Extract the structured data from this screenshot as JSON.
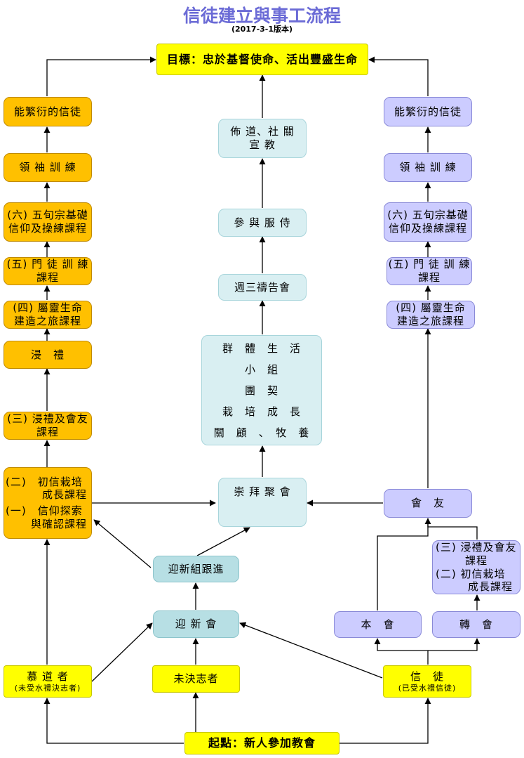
{
  "title": "信徒建立與事工流程",
  "subtitle": "(2017-3-1版本)",
  "goal": "目標：忠於基督使命、活出豐盛生命",
  "start": "起點：新人參加教會",
  "left": {
    "fruitful": "能繁衍的信徒",
    "leader": "領 袖 訓 練",
    "six": [
      "(六) 五旬宗基礎",
      "信仰及操練課程"
    ],
    "five": [
      "(五) 門 徒 訓 練",
      "課程"
    ],
    "four": [
      "(四) 屬靈生命",
      "建造之旅課程"
    ],
    "baptism": "浸　禮",
    "three": [
      "(三) 浸禮及會友",
      "課程"
    ],
    "two_one": [
      "(二)　初信栽培",
      "成長課程",
      "(一)　信仰探索",
      "與確認課程"
    ]
  },
  "center": {
    "mission": [
      "佈 道、社 關",
      "宣 教"
    ],
    "serve": "參 與 服 侍",
    "prayer": "週三禱告會",
    "group": [
      "群　體　生　活",
      "小　組",
      "團　契",
      "栽　培　成　長",
      "關　顧　、　牧　養"
    ],
    "worship": "崇 拜 聚 會",
    "welcome_follow": "迎新組跟進",
    "welcome": "迎 新 會"
  },
  "right": {
    "fruitful": "能繁衍的信徒",
    "leader": "領 袖 訓 練",
    "six": [
      "(六) 五旬宗基礎",
      "信仰及操練課程"
    ],
    "five": [
      "(五) 門 徒 訓 練",
      "課程"
    ],
    "four": [
      "(四) 屬靈生命",
      "建造之旅課程"
    ],
    "member": "會　友",
    "three_two": [
      "(三)  浸禮及會友",
      "課程",
      "(二)  初信栽培",
      "成長課程"
    ],
    "local": "本　會",
    "transfer": "轉　會"
  },
  "bottom": {
    "seeker": "慕 道 者",
    "seeker_note": "(未受水禮決志者)",
    "undecided": "未決志者",
    "believer": "信　徒",
    "believer_note": "(已受水禮信徒)"
  }
}
